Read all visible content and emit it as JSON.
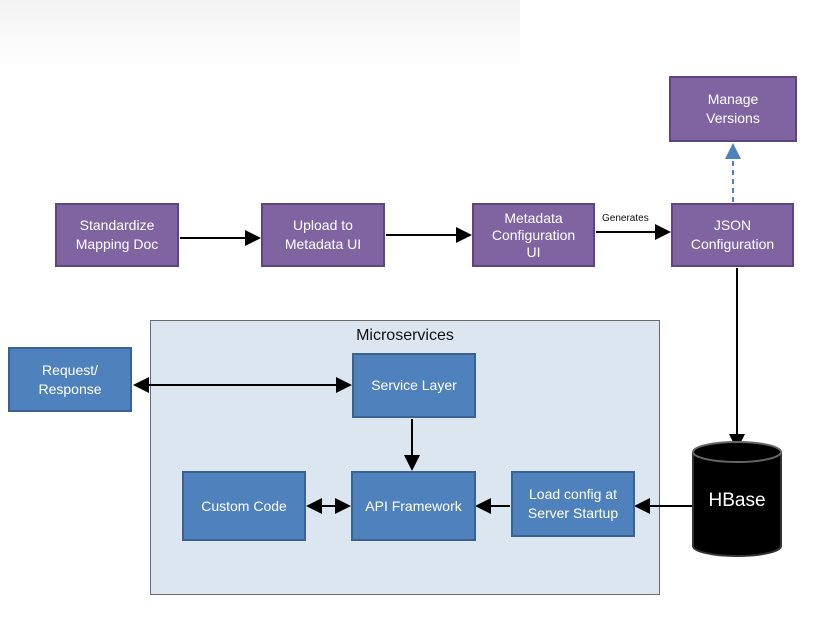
{
  "nodes": {
    "manage_versions": "Manage\nVersions",
    "standardize": "Standardize\nMapping Doc",
    "upload": "Upload to\nMetadata UI",
    "metadata_config": "Metadata\nConfiguration\nUI",
    "json_config": "JSON\nConfiguration",
    "request_response": "Request/\nResponse",
    "service_layer": "Service Layer",
    "custom_code": "Custom Code",
    "api_framework": "API Framework",
    "load_config": "Load config at\nServer Startup",
    "hbase": "HBase"
  },
  "group": {
    "title": "Microservices"
  },
  "edges": {
    "generates_label": "Generates"
  },
  "colors": {
    "purple": "#8064a2",
    "blue": "#4f81bd",
    "group_bg": "#dce6f1",
    "dashed": "#4f81bd"
  }
}
